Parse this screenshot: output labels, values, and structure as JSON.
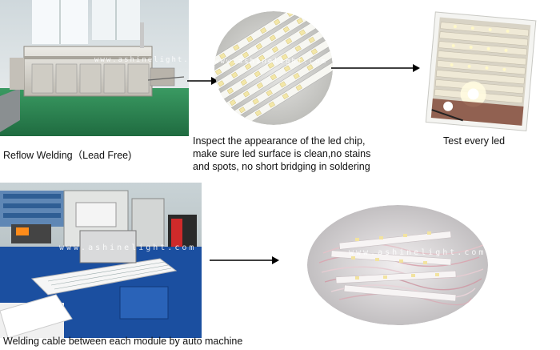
{
  "steps": [
    {
      "caption": "Reflow Welding（Lead Free)"
    },
    {
      "caption_lines": [
        "Inspect the appearance of the led chip,",
        "make sure led surface is clean,no stains",
        "and spots, no short bridging in soldering"
      ]
    },
    {
      "caption": "Test every led"
    },
    {
      "caption": "Welding cable between each module by auto machine"
    }
  ],
  "watermark": "www.ashinelight.com",
  "colors": {
    "arrow": "#000000",
    "machine_body": "#d9d6cf",
    "floor_green": "#2f8a55",
    "pcb_white": "#f2f2ee",
    "led_yellow": "#f3e7a8",
    "machine_blue": "#2456a8"
  }
}
